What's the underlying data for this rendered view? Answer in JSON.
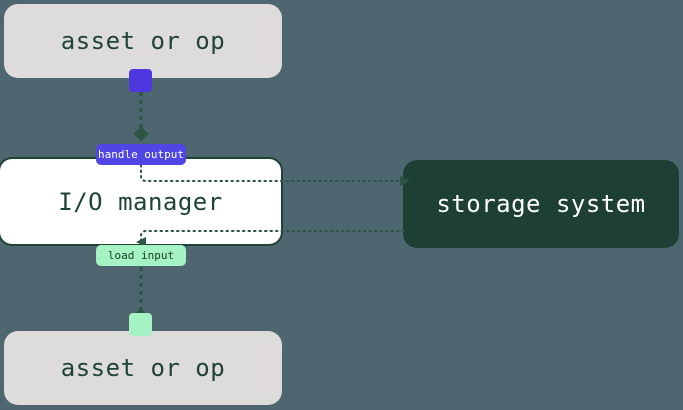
{
  "diagram": {
    "background_color": "#4d6670",
    "nodes": {
      "asset_top": {
        "label": "asset or op",
        "fill": "#dedcda",
        "text_color": "#1f4436"
      },
      "io_manager": {
        "label": "I/O manager",
        "fill": "#ffffff",
        "border_color": "#1f4436",
        "text_color": "#1f4436"
      },
      "storage_system": {
        "label": "storage system",
        "fill": "#1e4034",
        "text_color": "#ffffff"
      },
      "asset_bottom": {
        "label": "asset or op",
        "fill": "#dedcda",
        "text_color": "#1f4436"
      }
    },
    "edge_labels": {
      "handle_output": {
        "label": "handle output",
        "fill": "#4f46e5",
        "text_color": "#ffffff"
      },
      "load_input": {
        "label": "load input",
        "fill": "#a5f3c4",
        "text_color": "#14402c"
      }
    },
    "ports": {
      "output_port": {
        "name": "handle-output-port",
        "fill": "#4f37e0"
      },
      "input_port": {
        "name": "load-input-port",
        "fill": "#a5f3c4"
      }
    },
    "edges": {
      "stroke_color": "#2d5546",
      "style": "dotted"
    }
  }
}
